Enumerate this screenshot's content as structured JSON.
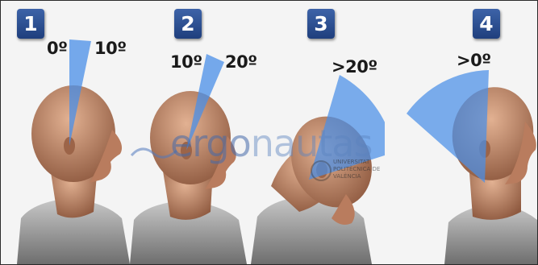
{
  "panels": [
    {
      "number": "1",
      "angles": [
        "0º",
        "10º"
      ]
    },
    {
      "number": "2",
      "angles": [
        "10º",
        "20º"
      ]
    },
    {
      "number": "3",
      "angles": [
        ">20º"
      ]
    },
    {
      "number": "4",
      "angles": [
        ">0º"
      ]
    }
  ],
  "watermark": {
    "brand_part1": "ergo",
    "brand_part2": "nautas",
    "university": "UNIVERSITAT POLITÈCNICA DE VALÈNCIA"
  },
  "colors": {
    "sector_fill": "#4a8fe8",
    "badge": "#2d4f91",
    "skin": "#c98e6e",
    "shirt": "#9a9a9a"
  }
}
